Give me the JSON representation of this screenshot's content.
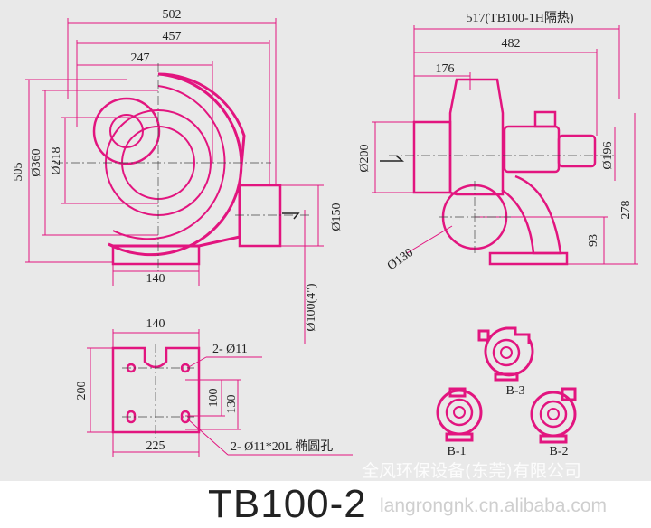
{
  "title": "TB100-2",
  "colors": {
    "background": "#e9e9e9",
    "part": "#e2157f",
    "dimension": "#222222"
  },
  "front_view": {
    "dims": {
      "overall_width": "502",
      "width_457": "457",
      "center_247": "247",
      "height": "505",
      "dia_360": "Ø360",
      "dia_218": "Ø218",
      "base_140": "140",
      "outlet_150": "Ø150",
      "outlet_100": "Ø100(4\")"
    }
  },
  "side_view": {
    "dims": {
      "overall_517": "517(TB100-1H隔热)",
      "length_482": "482",
      "inlet_176": "176",
      "dia_200": "Ø200",
      "dia_196": "Ø196",
      "height_278": "278",
      "height_93": "93",
      "dia_130": "Ø130"
    }
  },
  "base_plate": {
    "dims": {
      "width_140": "140",
      "height_200": "200",
      "width_225": "225",
      "hole_100": "100",
      "hole_130": "130"
    },
    "notes": {
      "round_holes": "2- Ø11",
      "slot_holes": "2- Ø11*20L 椭圆孔"
    }
  },
  "variants": [
    {
      "label": "B-3"
    },
    {
      "label": "B-1"
    },
    {
      "label": "B-2"
    }
  ],
  "watermark": {
    "company": "全风环保设备(东莞)有限公司",
    "site": "langrongnk.cn.alibaba.com"
  }
}
